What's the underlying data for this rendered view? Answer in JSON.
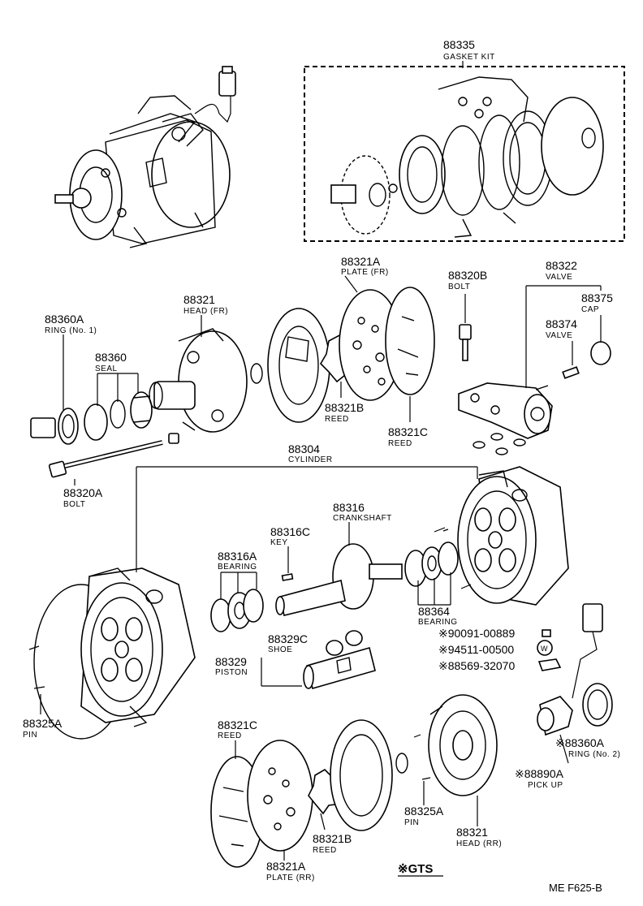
{
  "labels": {
    "gasket_kit_no": "88335",
    "gasket_kit": "GASKET KIT",
    "plate_fr_no": "88321A",
    "plate_fr": "PLATE (FR)",
    "bolt_top_no": "88320B",
    "bolt_top": "BOLT",
    "valve_no": "88322",
    "valve": "VALVE",
    "cap_no": "88375",
    "cap": "CAP",
    "valve2_no": "88374",
    "valve2": "VALVE",
    "head_fr_no": "88321",
    "head_fr": "HEAD (FR)",
    "ring1_no": "88360A",
    "ring1": "RING (No. 1)",
    "seal_no": "88360",
    "seal": "SEAL",
    "reed_fr_b_no": "88321B",
    "reed_fr_b": "REED",
    "reed_fr_c_no": "88321C",
    "reed_fr_c": "REED",
    "cylinder_no": "88304",
    "cylinder": "CYLINDER",
    "bolt_no": "88320A",
    "bolt": "BOLT",
    "crankshaft_no": "88316",
    "crankshaft": "CRANKSHAFT",
    "key_no": "88316C",
    "key": "KEY",
    "bearing_a_no": "88316A",
    "bearing_a": "BEARING",
    "bearing_no": "88364",
    "bearing": "BEARING",
    "part_a": "※90091-00889",
    "part_b": "※94511-00500",
    "part_c": "※88569-32070",
    "shoe_no": "88329C",
    "shoe": "SHOE",
    "piston_no": "88329",
    "piston": "PISTON",
    "pin_l_no": "88325A",
    "pin_l": "PIN",
    "reed_rr_c_no": "88321C",
    "reed_rr_c": "REED",
    "ring2_no": "※88360A",
    "ring2": "RING (No. 2)",
    "pickup_no": "※88890A",
    "pickup": "PICK UP",
    "pin_r_no": "88325A",
    "pin_r": "PIN",
    "reed_rr_b_no": "88321B",
    "reed_rr_b": "REED",
    "head_rr_no": "88321",
    "head_rr": "HEAD (RR)",
    "plate_rr_no": "88321A",
    "plate_rr": "PLATE (RR)",
    "gts": "※GTS",
    "ref": "ME   F625-B",
    "w_mark": "W"
  }
}
